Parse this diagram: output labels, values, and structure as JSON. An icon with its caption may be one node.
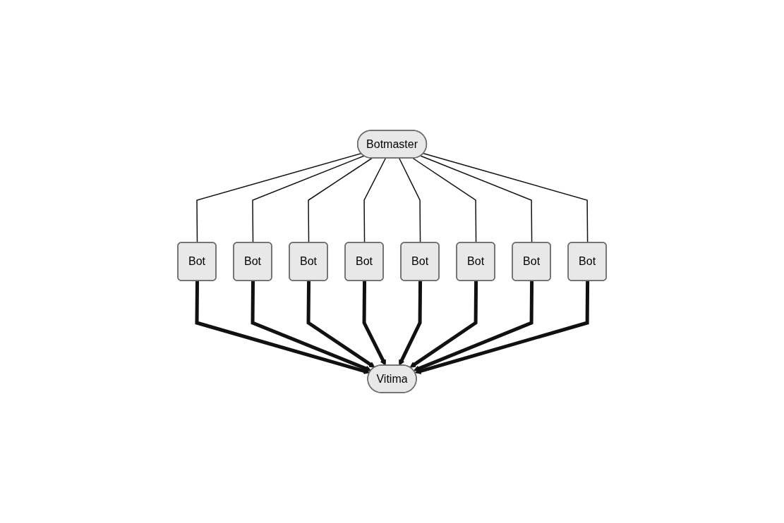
{
  "diagram": {
    "nodes": [
      {
        "text": [
          "Botmaster"
        ]
      },
      {
        "text": [
          "Bot"
        ]
      },
      {
        "text": [
          "Bot"
        ]
      },
      {
        "text": [
          "Bot"
        ]
      },
      {
        "text": [
          "Bot"
        ]
      },
      {
        "text": [
          "Bot"
        ]
      },
      {
        "text": [
          "Bot"
        ]
      },
      {
        "text": [
          "Bot"
        ]
      },
      {
        "text": [
          "Bot"
        ]
      },
      {
        "text": [
          "Vitima"
        ]
      }
    ],
    "edges": [
      {
        "from": 0,
        "to": 1,
        "arrow": "none"
      },
      {
        "from": 0,
        "to": 2,
        "arrow": "none"
      },
      {
        "from": 0,
        "to": 3,
        "arrow": "none"
      },
      {
        "from": 0,
        "to": 4,
        "arrow": "none"
      },
      {
        "from": 0,
        "to": 5,
        "arrow": "none"
      },
      {
        "from": 0,
        "to": 6,
        "arrow": "none"
      },
      {
        "from": 0,
        "to": 7,
        "arrow": "none"
      },
      {
        "from": 0,
        "to": 8,
        "arrow": "none"
      },
      {
        "from": 1,
        "to": 9,
        "arrow": "to",
        "style": "thick"
      },
      {
        "from": 2,
        "to": 9,
        "arrow": "to",
        "style": "thick"
      },
      {
        "from": 3,
        "to": 9,
        "arrow": "to",
        "style": "thick"
      },
      {
        "from": 4,
        "to": 9,
        "arrow": "to",
        "style": "thick"
      },
      {
        "from": 5,
        "to": 9,
        "arrow": "to",
        "style": "thick"
      },
      {
        "from": 6,
        "to": 9,
        "arrow": "to",
        "style": "thick"
      },
      {
        "from": 7,
        "to": 9,
        "arrow": "to",
        "style": "thick"
      },
      {
        "from": 8,
        "to": 9,
        "arrow": "to",
        "style": "thick"
      }
    ]
  }
}
